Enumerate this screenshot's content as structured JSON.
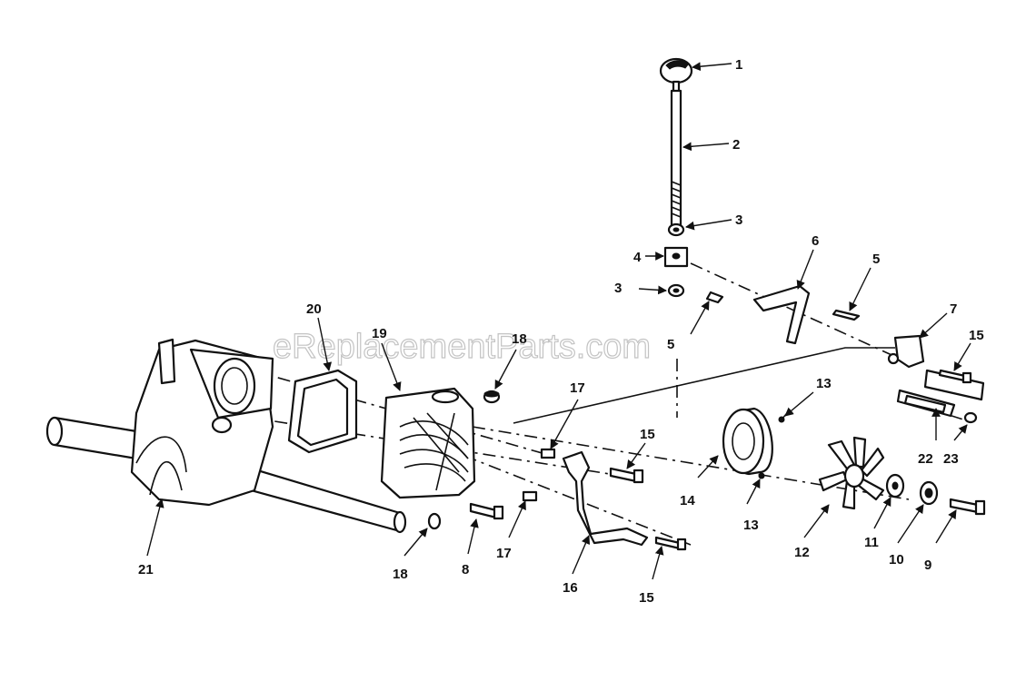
{
  "watermark": "eReplacementParts.com",
  "callouts": [
    {
      "id": "c1",
      "text": "1"
    },
    {
      "id": "c2",
      "text": "2"
    },
    {
      "id": "c3a",
      "text": "3"
    },
    {
      "id": "c3b",
      "text": "3"
    },
    {
      "id": "c4",
      "text": "4"
    },
    {
      "id": "c5a",
      "text": "5"
    },
    {
      "id": "c5b",
      "text": "5"
    },
    {
      "id": "c6",
      "text": "6"
    },
    {
      "id": "c7",
      "text": "7"
    },
    {
      "id": "c8",
      "text": "8"
    },
    {
      "id": "c9",
      "text": "9"
    },
    {
      "id": "c10",
      "text": "10"
    },
    {
      "id": "c11",
      "text": "11"
    },
    {
      "id": "c12",
      "text": "12"
    },
    {
      "id": "c13a",
      "text": "13"
    },
    {
      "id": "c13b",
      "text": "13"
    },
    {
      "id": "c14",
      "text": "14"
    },
    {
      "id": "c15a",
      "text": "15"
    },
    {
      "id": "c15b",
      "text": "15"
    },
    {
      "id": "c15c",
      "text": "15"
    },
    {
      "id": "c16",
      "text": "16"
    },
    {
      "id": "c17a",
      "text": "17"
    },
    {
      "id": "c17b",
      "text": "17"
    },
    {
      "id": "c18a",
      "text": "18"
    },
    {
      "id": "c18b",
      "text": "18"
    },
    {
      "id": "c19",
      "text": "19"
    },
    {
      "id": "c20",
      "text": "20"
    },
    {
      "id": "c21",
      "text": "21"
    },
    {
      "id": "c22",
      "text": "22"
    },
    {
      "id": "c23",
      "text": "23"
    }
  ]
}
